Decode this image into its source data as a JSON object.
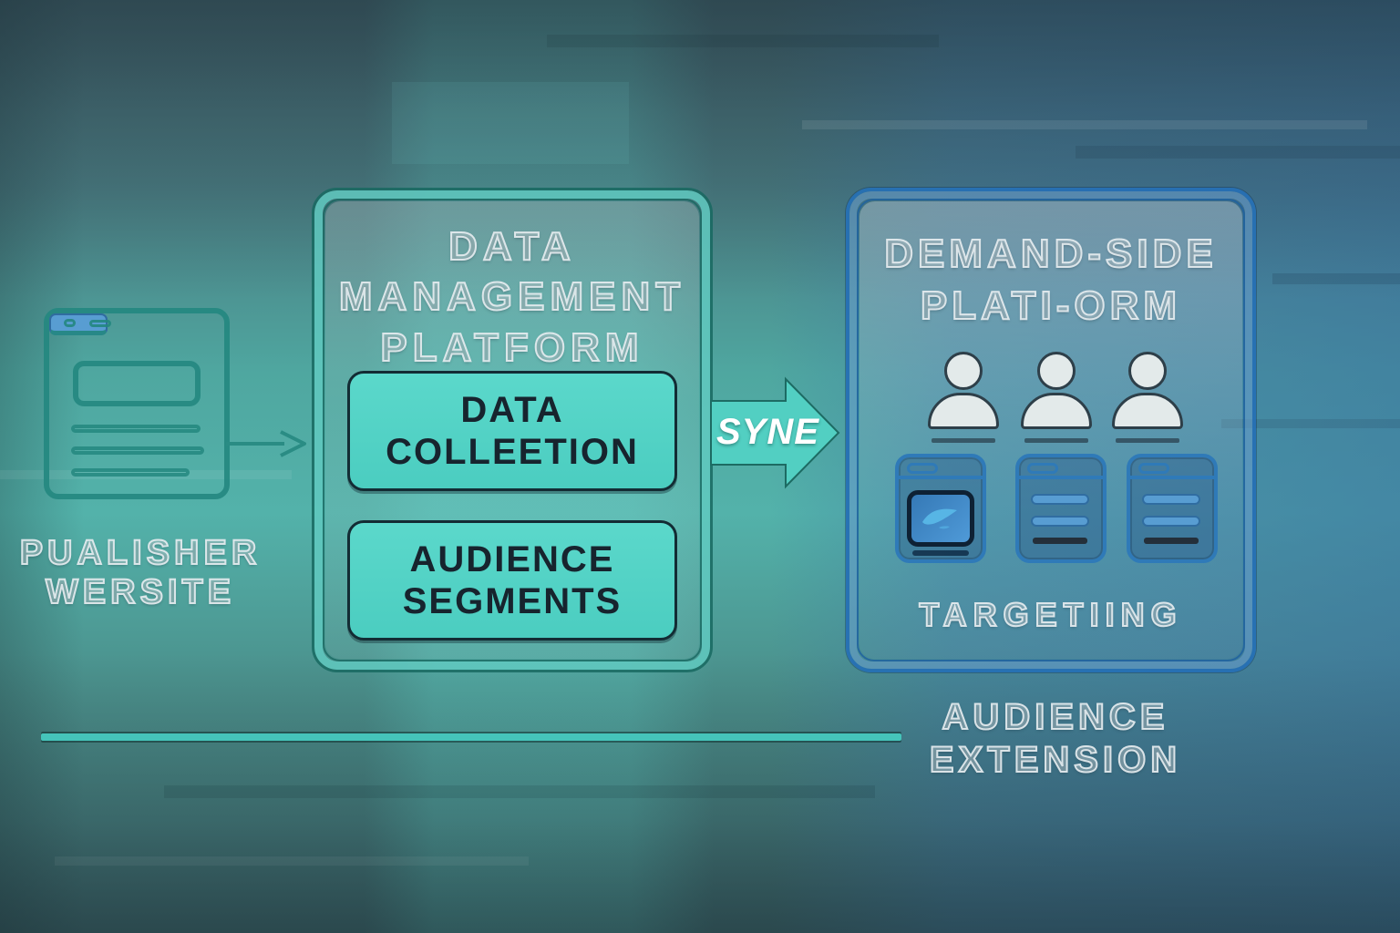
{
  "publisher": {
    "icon": "browser-window-icon",
    "label_lines": [
      "PUALISHER",
      "WERSITE"
    ]
  },
  "dmp": {
    "title_lines": [
      "DATA",
      "MANAGEMENT",
      "PLATFORM"
    ],
    "boxes": [
      {
        "label_lines": [
          "DATA",
          "COLLEETION"
        ]
      },
      {
        "label_lines": [
          "AUDIENCE",
          "SEGMENTS"
        ]
      }
    ]
  },
  "sync": {
    "label": "SYNE",
    "icon": "block-arrow-right-icon"
  },
  "dsp": {
    "title_lines": [
      "DEMAND-SIDE",
      "PLATI-ORM"
    ],
    "person_icons": [
      "person-icon",
      "person-icon",
      "person-icon"
    ],
    "card_icons": [
      "ad-creative-card-icon",
      "ad-listing-card-icon",
      "ad-listing-card-icon"
    ],
    "caption": "TARGETIING"
  },
  "footer": {
    "label_lines": [
      "AUDIENCE",
      "EXTENSION"
    ]
  },
  "connector_icon": "arrow-right-icon",
  "colors": {
    "teal_box_fill": "#4fd2c5",
    "teal_border": "#1f7a70",
    "dsp_blue_border": "#2a79bd",
    "box_text": "#17242e",
    "hollow_text": "#dce4e8",
    "sync_arrow_fill": "#52cfc2",
    "screen_swoosh": "#58b7e7",
    "divider_teal": "#45c4ba"
  }
}
